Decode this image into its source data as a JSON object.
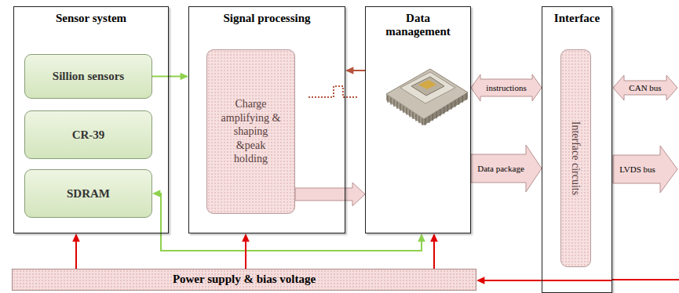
{
  "diagram": {
    "nodes": [
      {
        "text": [
          "Sensor system"
        ]
      },
      {
        "text": [
          "Sillion sensors"
        ],
        "in": 0
      },
      {
        "text": [
          "CR-39"
        ],
        "in": 0
      },
      {
        "text": [
          "SDRAM"
        ],
        "in": 0
      },
      {
        "text": [
          "Signal processing"
        ]
      },
      {
        "text": [
          "Charge amplifying & shaping &peak holding"
        ],
        "in": 4
      },
      {
        "text": [
          "Data management"
        ]
      },
      {
        "text": [
          "Interface"
        ]
      },
      {
        "text": [
          "Interface circuits"
        ],
        "in": 7
      },
      {
        "text": [
          "Power supply & bias voltage"
        ]
      }
    ],
    "edges": [
      {
        "from": 1,
        "to": 4,
        "arrow": "to"
      },
      {
        "from": 6,
        "to": 4,
        "arrow": "to"
      },
      {
        "from": 5,
        "to": 6,
        "arrow": "to"
      },
      {
        "from": 6,
        "to": 7,
        "label": "instructions",
        "arrow": "both"
      },
      {
        "from": 6,
        "to": 7,
        "label": "Data package",
        "arrow": "to"
      },
      {
        "from": 3,
        "to": 6,
        "arrow": "both"
      },
      {
        "from": 9,
        "to": 0,
        "arrow": "to"
      },
      {
        "from": 9,
        "to": 4,
        "arrow": "to"
      },
      {
        "from": 9,
        "to": 6,
        "arrow": "to"
      },
      {
        "from": 7,
        "to": 9,
        "arrow": "to"
      }
    ],
    "labels": [
      "CAN bus",
      "LVDS bus"
    ]
  }
}
